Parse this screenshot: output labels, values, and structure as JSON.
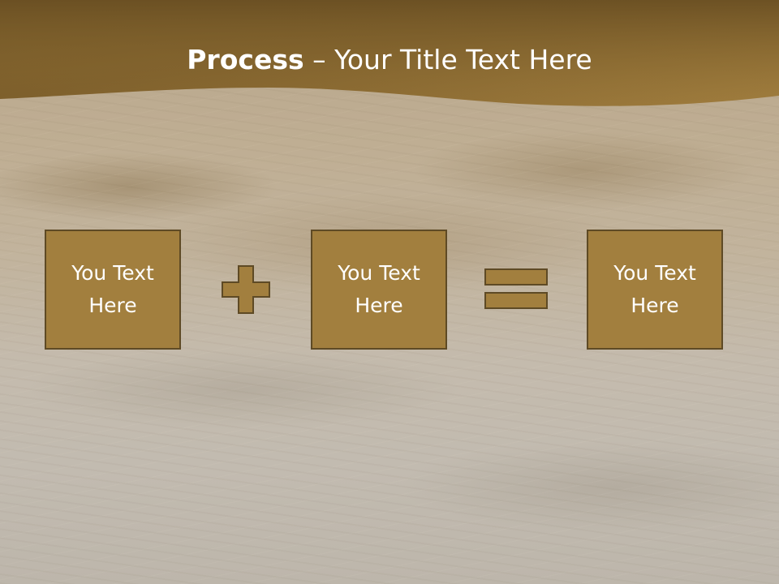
{
  "slide": {
    "title_bold": "Process",
    "title_rest": " – Your Title Text Here",
    "colors": {
      "header_dark": "#6b5023",
      "header_light": "#a4803f",
      "box_fill": "#a27f3e",
      "box_border": "#5e4a25",
      "text": "#ffffff"
    }
  },
  "process": {
    "steps": [
      {
        "line1": "You Text",
        "line2": "Here"
      },
      {
        "line1": "You Text",
        "line2": "Here"
      },
      {
        "line1": "You Text",
        "line2": "Here"
      }
    ],
    "operators": [
      "plus-icon",
      "equals-icon"
    ]
  }
}
